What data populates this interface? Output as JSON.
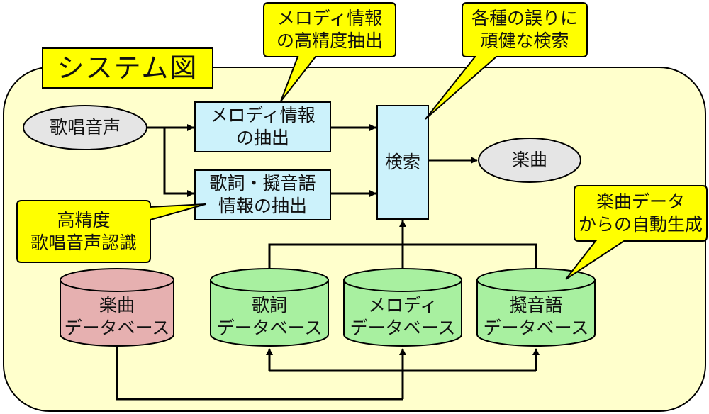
{
  "title": "システム図",
  "colors": {
    "background_panel": "#ffffcc",
    "callout": "#ffff00",
    "process_box": "#ccf2fb",
    "ellipse": "#e5e5e5",
    "music_db": "#e6b0b0",
    "green_db": "#a8f0a0",
    "line": "#000000"
  },
  "inputs": {
    "singing_voice": "歌唱音声"
  },
  "outputs": {
    "music": "楽曲"
  },
  "processes": {
    "melody_extraction": [
      "メロディ情報",
      "の抽出"
    ],
    "lyrics_extraction": [
      "歌詞・擬音語",
      "情報の抽出"
    ],
    "search": "検索"
  },
  "databases": {
    "music": [
      "楽曲",
      "データベース"
    ],
    "lyrics": [
      "歌詞",
      "データベース"
    ],
    "melody": [
      "メロディ",
      "データベース"
    ],
    "onomatopoeia": [
      "擬音語",
      "データベース"
    ]
  },
  "callouts": {
    "melody_precision": [
      "メロディ情報",
      "の高精度抽出"
    ],
    "robust_search": [
      "各種の誤りに",
      "頑健な検索"
    ],
    "speech_recognition": [
      "高精度",
      "歌唱音声認識"
    ],
    "auto_generation": [
      "楽曲データ",
      "からの自動生成"
    ]
  }
}
